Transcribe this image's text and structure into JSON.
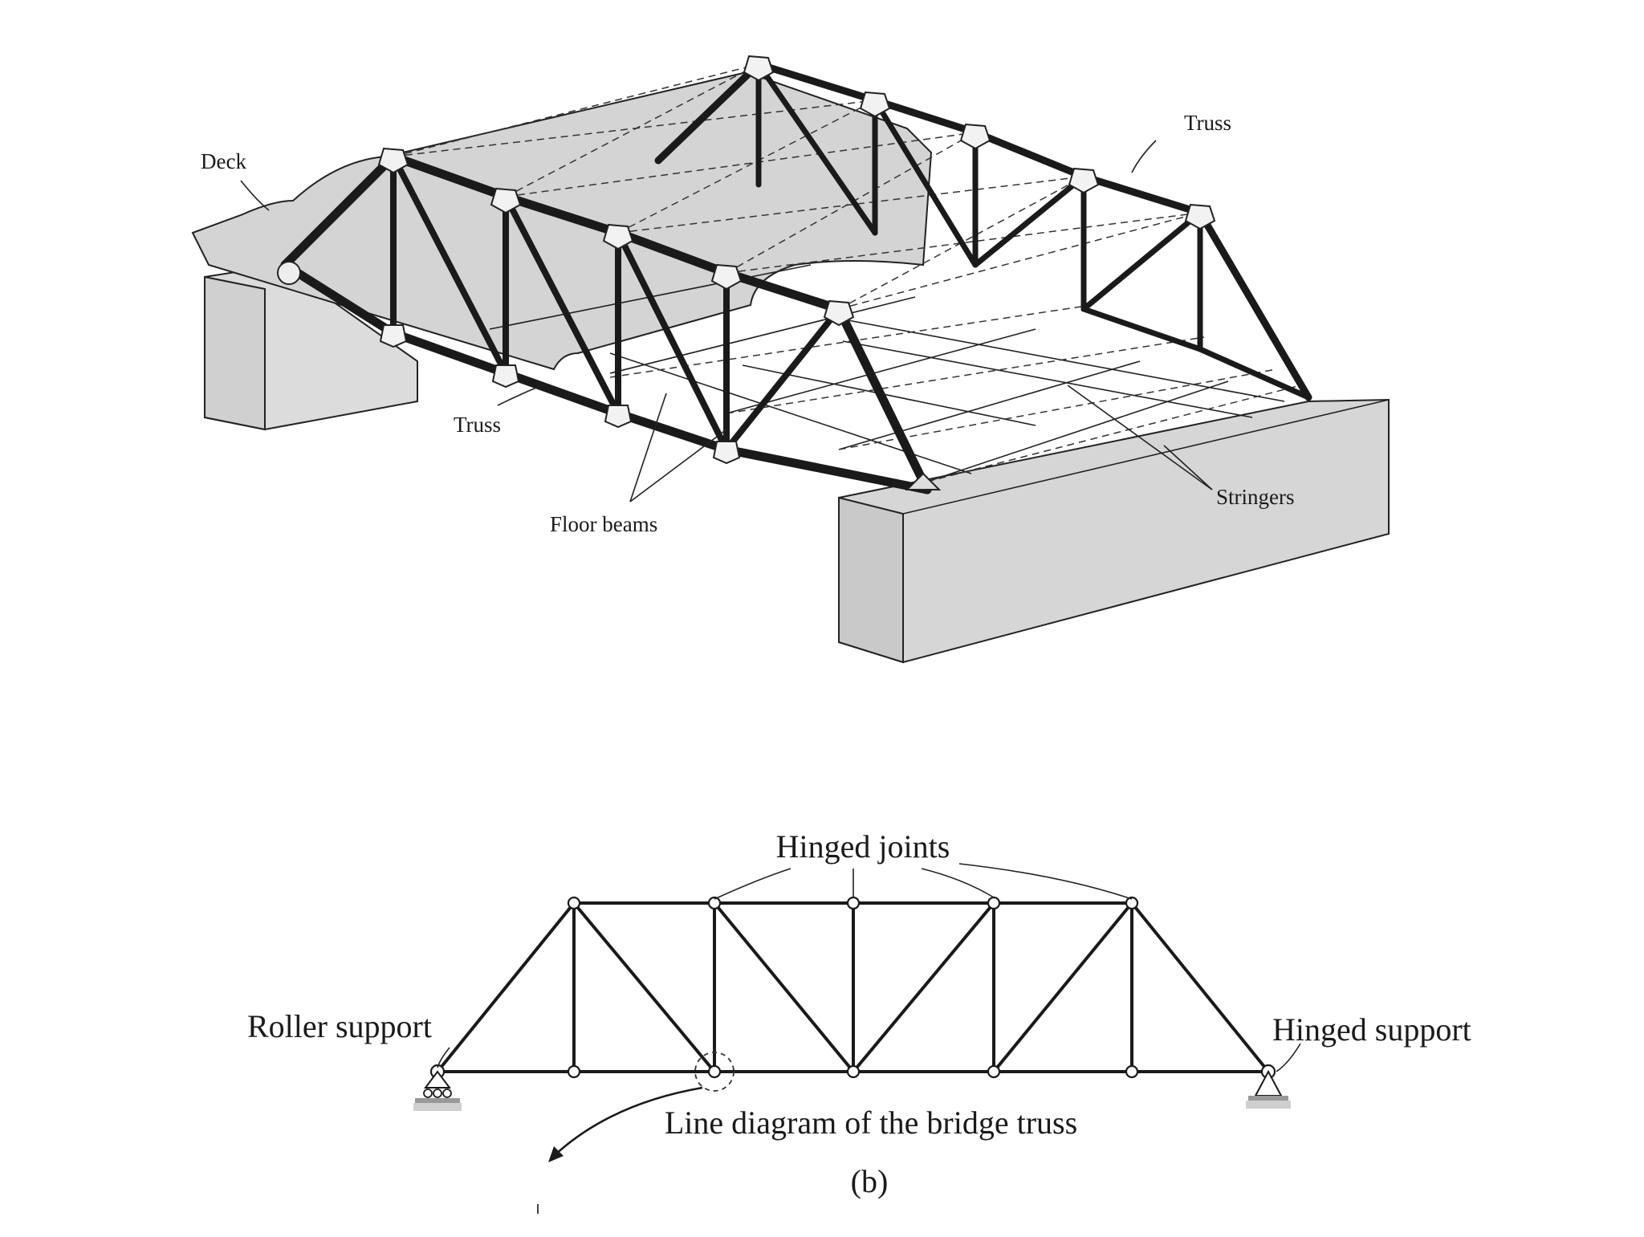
{
  "figure_a": {
    "labels": {
      "deck": "Deck",
      "truss_far": "Truss",
      "truss_near": "Truss",
      "floor_beams": "Floor beams",
      "stringers": "Stringers"
    }
  },
  "figure_b": {
    "labels": {
      "hinged_joints": "Hinged joints",
      "roller_support": "Roller support",
      "hinged_support": "Hinged support",
      "caption": "Line diagram of the bridge truss",
      "panel_letter": "(b)"
    }
  }
}
